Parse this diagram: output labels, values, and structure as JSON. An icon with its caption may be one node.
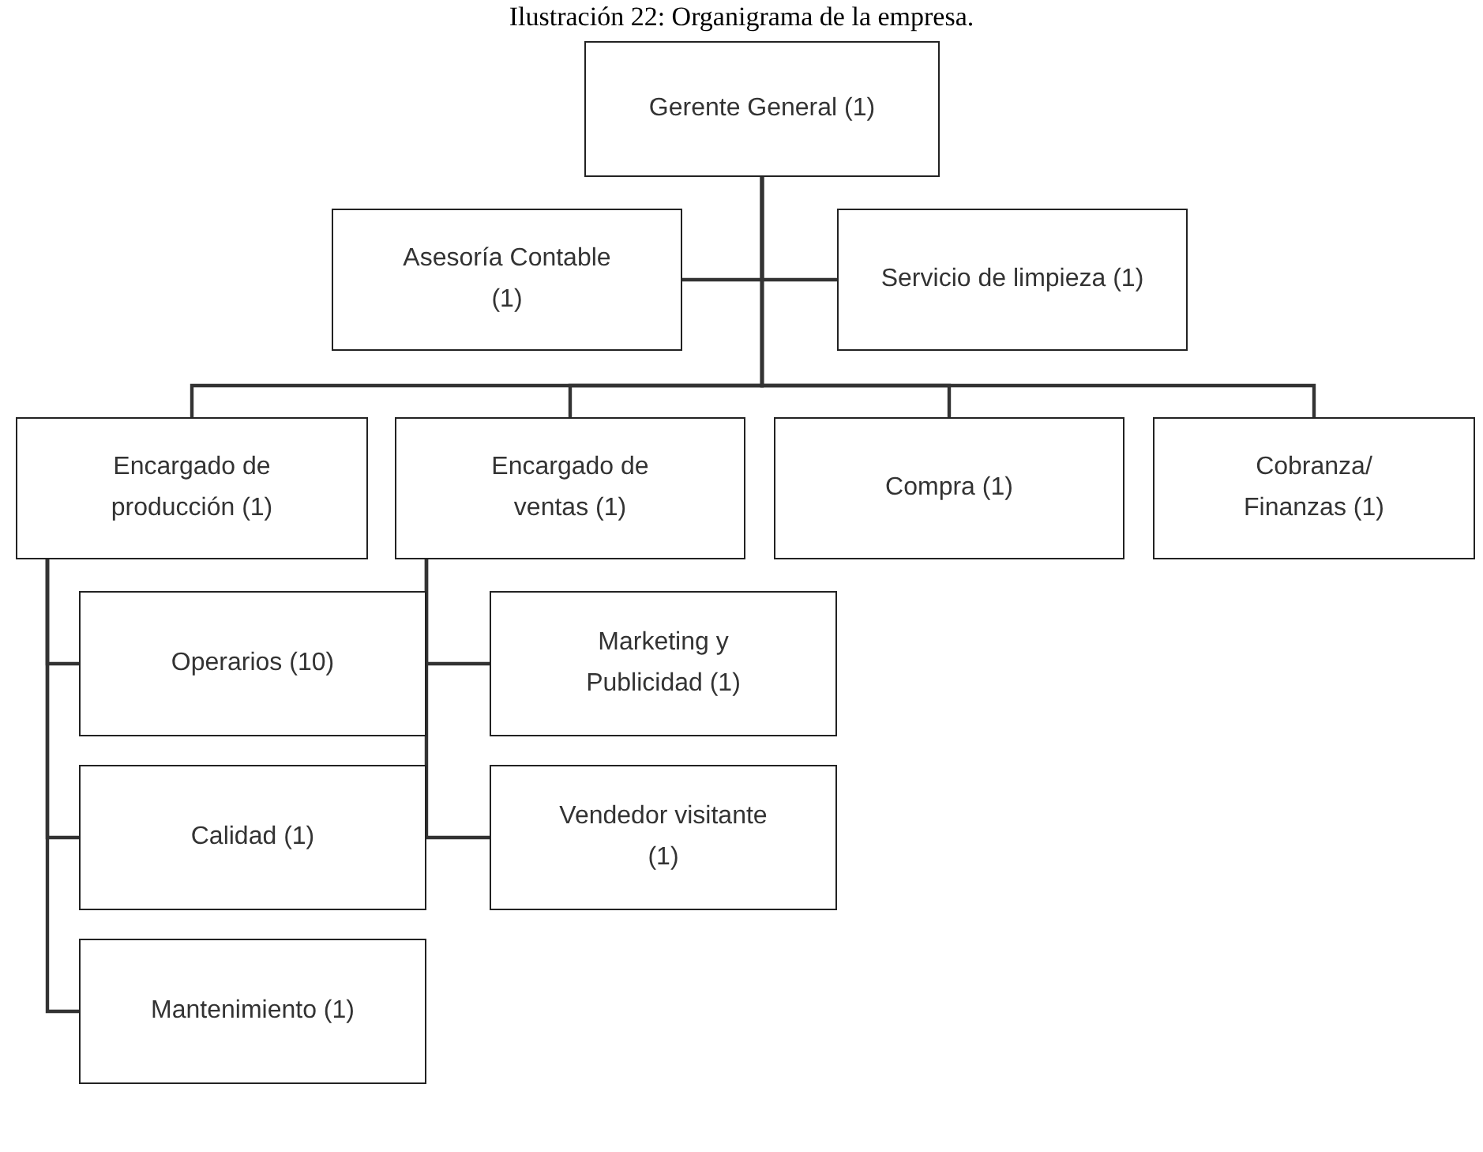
{
  "diagram": {
    "title": "Ilustración 22: Organigrama de la empresa.",
    "nodes": [
      {
        "text": [
          "Gerente General (1)"
        ]
      },
      {
        "text": [
          "Asesoría Contable (1)"
        ]
      },
      {
        "text": [
          "Servicio de limpieza (1)"
        ]
      },
      {
        "text": [
          "Encargado de producción (1)"
        ]
      },
      {
        "text": [
          "Encargado de ventas (1)"
        ]
      },
      {
        "text": [
          "Compra (1)"
        ]
      },
      {
        "text": [
          "Cobranza/ Finanzas (1)"
        ]
      },
      {
        "text": [
          "Operarios (10)"
        ]
      },
      {
        "text": [
          "Calidad (1)"
        ]
      },
      {
        "text": [
          "Mantenimiento (1)"
        ]
      },
      {
        "text": [
          "Marketing y Publicidad (1)"
        ]
      },
      {
        "text": [
          "Vendedor visitante (1)"
        ]
      }
    ],
    "edges": [
      {
        "from": 0,
        "to": 1,
        "arrow": "none"
      },
      {
        "from": 0,
        "to": 2,
        "arrow": "none"
      },
      {
        "from": 0,
        "to": 3,
        "arrow": "none"
      },
      {
        "from": 0,
        "to": 4,
        "arrow": "none"
      },
      {
        "from": 0,
        "to": 5,
        "arrow": "none"
      },
      {
        "from": 0,
        "to": 6,
        "arrow": "none"
      },
      {
        "from": 3,
        "to": 7,
        "arrow": "none"
      },
      {
        "from": 3,
        "to": 8,
        "arrow": "none"
      },
      {
        "from": 3,
        "to": 9,
        "arrow": "none"
      },
      {
        "from": 4,
        "to": 10,
        "arrow": "none"
      },
      {
        "from": 4,
        "to": 11,
        "arrow": "none"
      }
    ]
  }
}
